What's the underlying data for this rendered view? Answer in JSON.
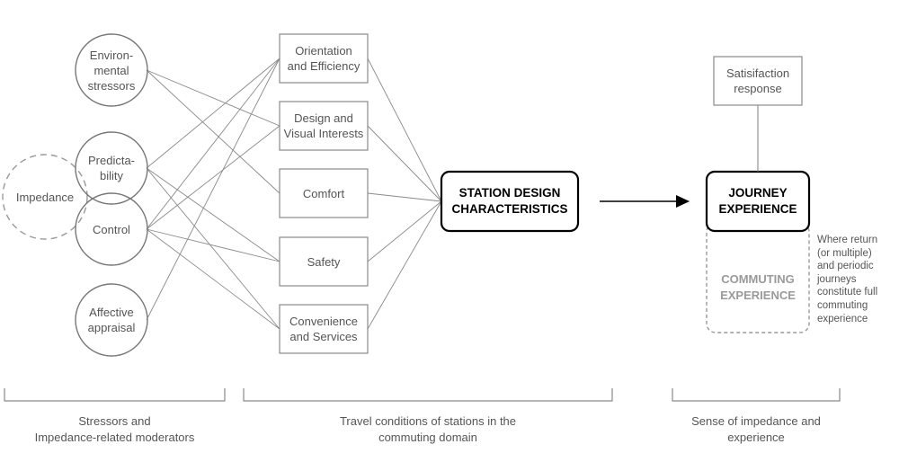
{
  "stressors": [
    {
      "id": "env",
      "label": "Environ-\nmental\nstressors"
    },
    {
      "id": "pred",
      "label": "Predicta-\nbility"
    },
    {
      "id": "ctrl",
      "label": "Control"
    },
    {
      "id": "aff",
      "label": "Affective\nappraisal"
    }
  ],
  "impedance": {
    "label": "Impedance"
  },
  "conditions": [
    {
      "id": "orient",
      "label": "Orientation\nand Efficiency"
    },
    {
      "id": "design",
      "label": "Design and\nVisual Interests"
    },
    {
      "id": "comfort",
      "label": "Comfort"
    },
    {
      "id": "safety",
      "label": "Safety"
    },
    {
      "id": "conv",
      "label": "Convenience\nand Services"
    }
  ],
  "station": {
    "label": "STATION DESIGN\nCHARACTERISTICS"
  },
  "journey": {
    "label": "JOURNEY\nEXPERIENCE"
  },
  "satisfaction": {
    "label": "Satisifaction\nresponse"
  },
  "commuting": {
    "label": "COMMUTING\nEXPERIENCE"
  },
  "note": "Where return\n(or multiple)\nand periodic\njourneys\nconstitute full\ncommuting\nexperience",
  "captions": [
    {
      "text": "Stressors and\nImpedance-related moderators"
    },
    {
      "text": "Travel conditions of stations in the\ncommuting domain"
    },
    {
      "text": "Sense of impedance and\nexperience"
    }
  ],
  "edges": [
    [
      "env",
      "design"
    ],
    [
      "env",
      "comfort"
    ],
    [
      "pred",
      "orient"
    ],
    [
      "pred",
      "safety"
    ],
    [
      "pred",
      "conv"
    ],
    [
      "ctrl",
      "orient"
    ],
    [
      "ctrl",
      "design"
    ],
    [
      "ctrl",
      "safety"
    ],
    [
      "ctrl",
      "conv"
    ],
    [
      "aff",
      "orient"
    ]
  ],
  "colors": {
    "line": "#8a8a8a",
    "box": "#8a8a8a",
    "emphasis": "#000000"
  }
}
